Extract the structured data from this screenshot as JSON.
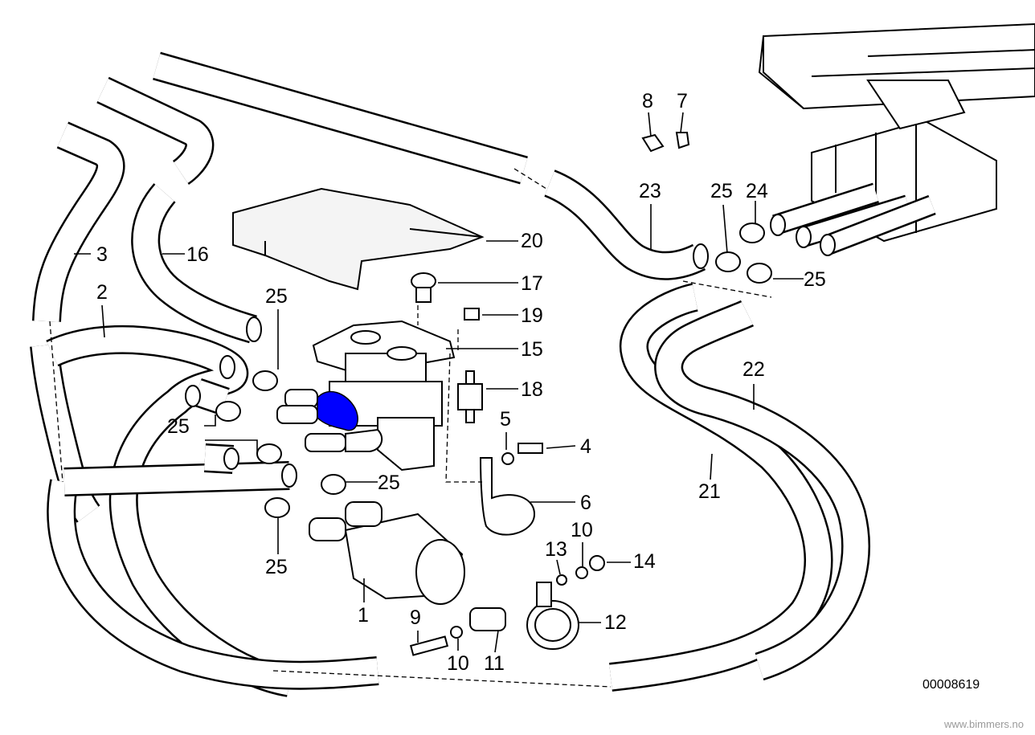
{
  "diagram": {
    "highlight_color": "#0000ff",
    "callouts": {
      "c1": "1",
      "c2": "2",
      "c3": "3",
      "c4": "4",
      "c5": "5",
      "c6": "6",
      "c7": "7",
      "c8": "8",
      "c9": "9",
      "c10a": "10",
      "c10b": "10",
      "c11": "11",
      "c12": "12",
      "c13": "13",
      "c14": "14",
      "c15": "15",
      "c16": "16",
      "c17": "17",
      "c18": "18",
      "c19": "19",
      "c20": "20",
      "c21": "21",
      "c22": "22",
      "c23": "23",
      "c24": "24",
      "c25a": "25",
      "c25b": "25",
      "c25c": "25",
      "c25d": "25",
      "c25e": "25",
      "c25f": "25"
    },
    "drawing_number": "00008619",
    "watermark": "www.bimmers.no"
  }
}
